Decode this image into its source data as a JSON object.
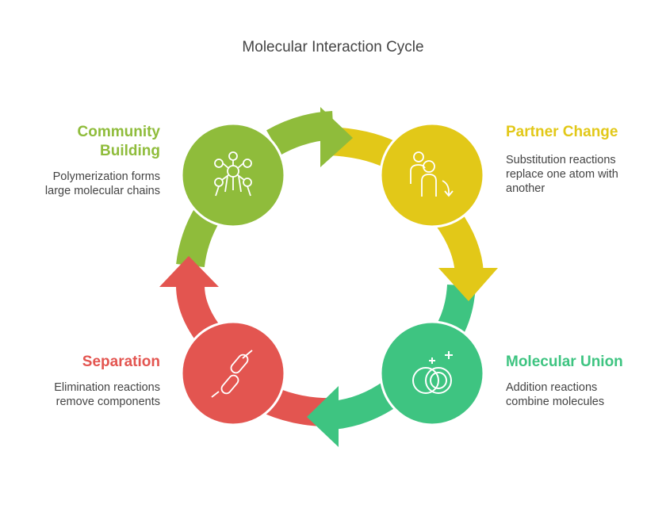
{
  "title": "Molecular Interaction Cycle",
  "colors": {
    "green_light": "#8fbc3b",
    "yellow": "#e2c818",
    "green": "#3ec481",
    "red": "#e35550"
  },
  "stages": [
    {
      "name_line1": "Community",
      "name_line2": "Building",
      "desc_line1": "Polymerization forms",
      "desc_line2": "large molecular chains",
      "icon": "molecule-network-icon"
    },
    {
      "name": "Partner Change",
      "desc_line1": "Substitution reactions",
      "desc_line2": "replace one atom with",
      "desc_line3": "another",
      "icon": "swap-people-icon"
    },
    {
      "name": "Molecular Union",
      "desc_line1": "Addition reactions",
      "desc_line2": "combine molecules",
      "icon": "rings-plus-icon"
    },
    {
      "name": "Separation",
      "desc_line1": "Elimination reactions",
      "desc_line2": "remove components",
      "icon": "broken-chain-icon"
    }
  ]
}
